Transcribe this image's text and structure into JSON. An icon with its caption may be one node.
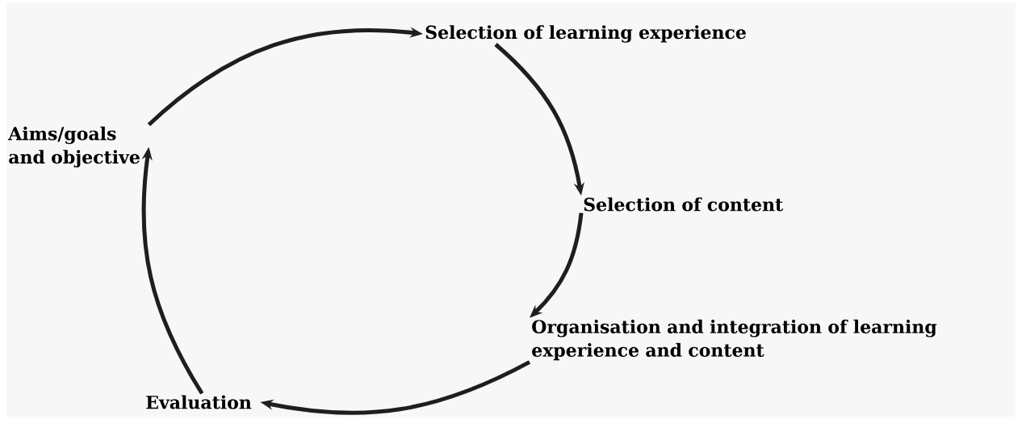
{
  "diagram": {
    "nodes": [
      {
        "text": [
          "Aims/goals and objective"
        ]
      },
      {
        "text": [
          "Selection of learning experience"
        ]
      },
      {
        "text": [
          "Selection of content"
        ]
      },
      {
        "text": [
          "Organisation and integration of learning experience and content"
        ]
      },
      {
        "text": [
          "Evaluation"
        ]
      }
    ],
    "edges": [
      {
        "from": 0,
        "to": 1,
        "arrow": "to"
      },
      {
        "from": 1,
        "to": 2,
        "arrow": "to"
      },
      {
        "from": 2,
        "to": 3,
        "arrow": "to"
      },
      {
        "from": 3,
        "to": 4,
        "arrow": "to"
      },
      {
        "from": 4,
        "to": 0,
        "arrow": "to"
      }
    ]
  }
}
